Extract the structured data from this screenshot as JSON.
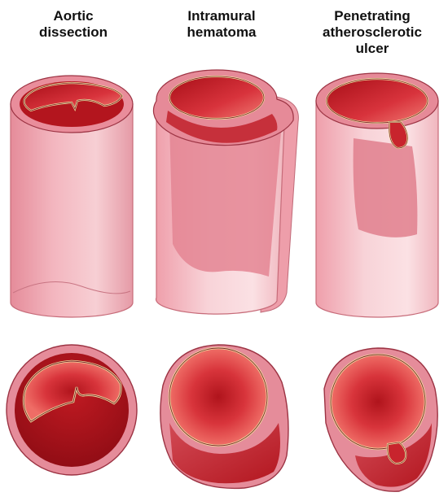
{
  "panels": [
    {
      "id": "aortic-dissection",
      "label_lines": [
        "Aortic",
        "dissection"
      ]
    },
    {
      "id": "intramural-hematoma",
      "label_lines": [
        "Intramural",
        "hematoma"
      ]
    },
    {
      "id": "penetrating-atherosclerotic-ulcer",
      "label_lines": [
        "Penetrating",
        "atherosclerotic",
        "ulcer"
      ]
    }
  ],
  "colors": {
    "vessel_wall": "#e8919f",
    "vessel_wall_light": "#f5c9cf",
    "lumen_dark": "#b5121b",
    "lumen_mid": "#d8303a",
    "lumen_light": "#ef6a6a",
    "intima": "#f3e6a0",
    "outline": "#7a1f2a",
    "hematoma": "#d9707f"
  }
}
